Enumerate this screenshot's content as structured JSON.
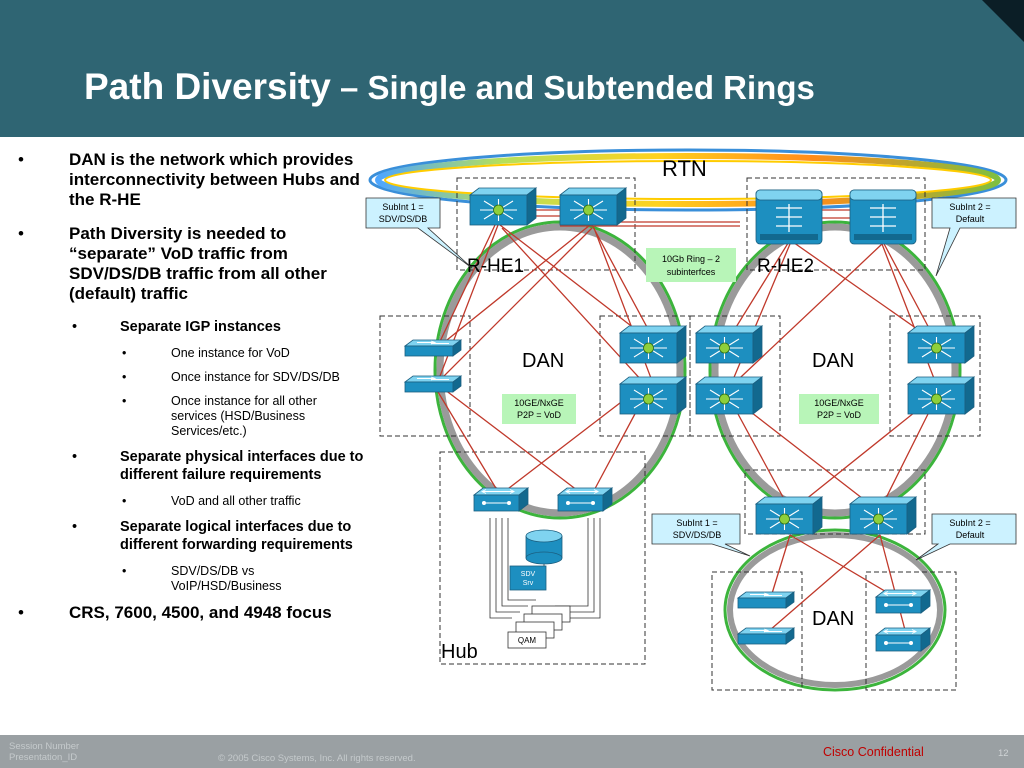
{
  "title": {
    "main": "Path Diversity",
    "sub": " – Single and Subtended Rings"
  },
  "bullets": [
    {
      "level": 1,
      "text": "DAN is the network which provides interconnectivity between Hubs and the R-HE"
    },
    {
      "level": 1,
      "text": "Path Diversity is needed to “separate” VoD traffic from SDV/DS/DB traffic from all other (default) traffic"
    },
    {
      "level": 2,
      "text": "Separate IGP instances"
    },
    {
      "level": 3,
      "text": "One instance for VoD"
    },
    {
      "level": 3,
      "text": "Once instance for SDV/DS/DB"
    },
    {
      "level": 3,
      "text": "Once instance for all other services (HSD/Business Services/etc.)"
    },
    {
      "level": 2,
      "text": "Separate physical interfaces due to different failure requirements"
    },
    {
      "level": 3,
      "text": "VoD and all other traffic"
    },
    {
      "level": 2,
      "text": "Separate logical interfaces due to different forwarding requirements"
    },
    {
      "level": 3,
      "text": "SDV/DS/DB vs VoIP/HSD/Business"
    },
    {
      "level": 1,
      "text": "CRS, 7600, 4500, and 4948 focus"
    }
  ],
  "diagram": {
    "rtn_label": "RTN",
    "rhe1_label": "R-HE1",
    "rhe2_label": "R-HE2",
    "dan_label": "DAN",
    "hub_label": "Hub",
    "callout_subint1_top": {
      "line1": "SubInt 1 =",
      "line2": "SDV/DS/DB"
    },
    "callout_subint2_top": {
      "line1": "SubInt 2 =",
      "line2": "Default"
    },
    "callout_subint1_bottom": {
      "line1": "SubInt 1 =",
      "line2": "SDV/DS/DB"
    },
    "callout_subint2_bottom": {
      "line1": "SubInt 2 =",
      "line2": "Default"
    },
    "ring_10gb": {
      "line1": "10Gb Ring – 2",
      "line2": "subinterfces"
    },
    "p2p_label": {
      "line1": "10GE/NxGE",
      "line2": "P2P = VoD"
    },
    "sdv_server": {
      "line1": "SDV",
      "line2": "Srv"
    },
    "qam_label": "QAM",
    "colors": {
      "router": "#1d8fc0",
      "callout_fill": "#ccf2ff",
      "green_label": "#b8f5b8",
      "ring_gray": "#9a9a9a",
      "ring_green": "#3cb43c",
      "link_red": "#c0392b"
    }
  },
  "footer": {
    "session_number": "Session Number",
    "presentation_id": "Presentation_ID",
    "copyright": "© 2005 Cisco Systems, Inc. All rights reserved.",
    "confidential": "Cisco Confidential",
    "page_number": "12"
  }
}
